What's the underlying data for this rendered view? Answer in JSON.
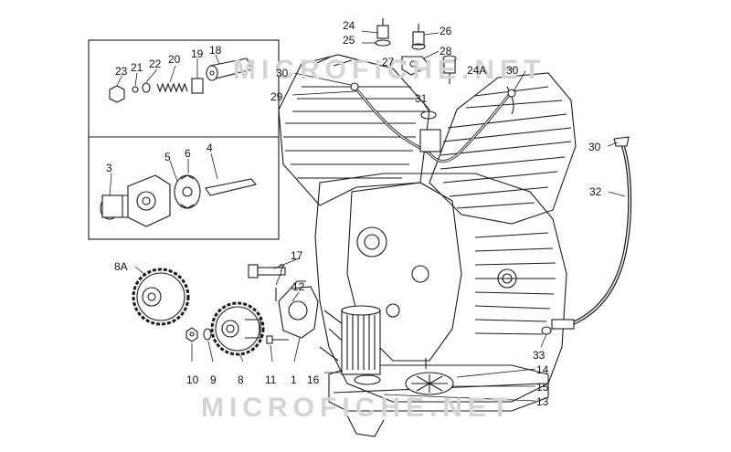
{
  "watermark": {
    "text_top": "MICROFICHE.NET",
    "text_bottom": "MICROFICHE.NET"
  },
  "callouts": [
    "24",
    "25",
    "26",
    "27",
    "28",
    "24A",
    "30",
    "30",
    "29",
    "31",
    "30",
    "32",
    "23",
    "21",
    "22",
    "20",
    "19",
    "18",
    "3",
    "5",
    "6",
    "4",
    "8A",
    "17",
    "7",
    "12",
    "10",
    "9",
    "8",
    "11",
    "1",
    "16",
    "33",
    "14",
    "15",
    "13"
  ],
  "colors": {
    "line": "#1a1a1a",
    "watermark": "#d4d4d4",
    "background": "#ffffff"
  }
}
